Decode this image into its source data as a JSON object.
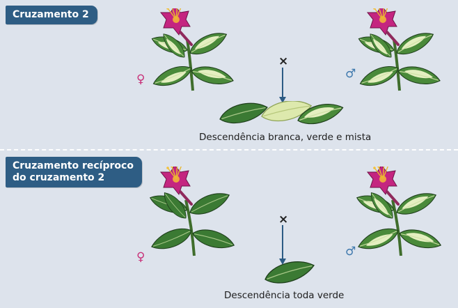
{
  "cross2": {
    "title": "Cruzamento 2",
    "female_symbol": "♀",
    "male_symbol": "♂",
    "cross_symbol": "×",
    "offspring_caption": "Descendência branca, verde e mista"
  },
  "reciprocal": {
    "title": "Cruzamento recíproco\ndo cruzamento 2",
    "female_symbol": "♀",
    "male_symbol": "♂",
    "cross_symbol": "×",
    "offspring_caption": "Descendência toda verde"
  },
  "colors": {
    "background": "#dde3ec",
    "tag": "#2e5d84",
    "flower": "#c0257a",
    "leaf_green": "#3d7a34",
    "leaf_pale": "#d6e4a6",
    "female": "#c8337a",
    "male": "#3f79ad"
  }
}
